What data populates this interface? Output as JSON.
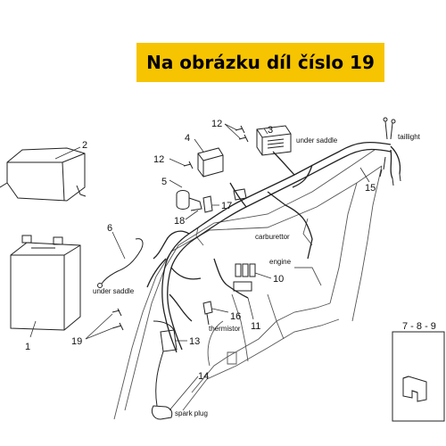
{
  "banner": {
    "text": "Na obrázku díl číslo 19"
  },
  "parts": {
    "p1": "1",
    "p2": "2",
    "p3": "3",
    "p4": "4",
    "p5": "5",
    "p6": "6",
    "p7_8_9": "7 - 8 - 9",
    "p10": "10",
    "p11": "11",
    "p12a": "12",
    "p12b": "12",
    "p13": "13",
    "p14": "14",
    "p15": "15",
    "p16": "16",
    "p17": "17",
    "p18": "18",
    "p19": "19"
  },
  "labels": {
    "under_saddle_top": "under saddle",
    "under_saddle_left": "under saddle",
    "taillight": "taillight",
    "carburettor": "carburettor",
    "engine": "engine",
    "thermistor": "thermistor",
    "spark_plug": "spark plug"
  },
  "colors": {
    "banner": "#f6c400",
    "line": "#222222"
  }
}
